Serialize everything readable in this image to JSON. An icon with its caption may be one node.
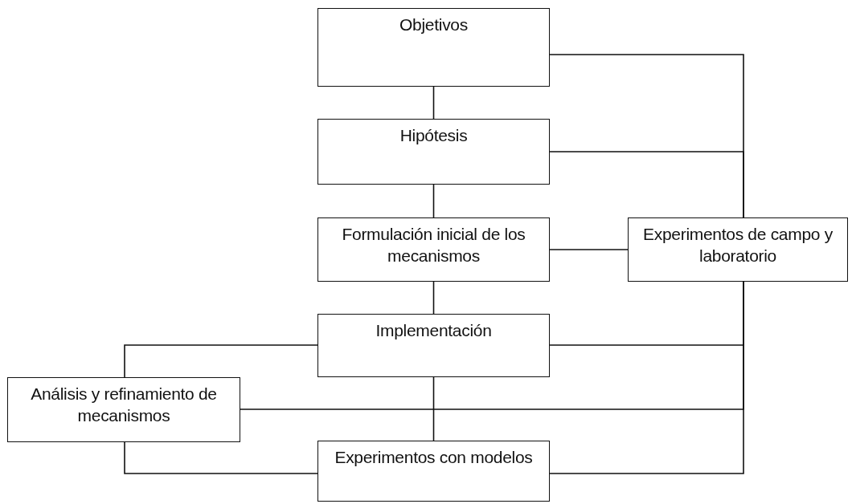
{
  "diagram": {
    "nodes": [
      {
        "text": [
          "Objetivos"
        ]
      },
      {
        "text": [
          "Hipótesis"
        ]
      },
      {
        "text": [
          "Formulación inicial de los mecanismos"
        ]
      },
      {
        "text": [
          "Experimentos de campo y laboratorio"
        ]
      },
      {
        "text": [
          "Implementación"
        ]
      },
      {
        "text": [
          "Análisis y refinamiento de mecanismos"
        ]
      },
      {
        "text": [
          "Experimentos con modelos"
        ]
      }
    ],
    "edges": [
      {
        "from": 0,
        "to": 1,
        "arrow": "none"
      },
      {
        "from": 1,
        "to": 2,
        "arrow": "none"
      },
      {
        "from": 2,
        "to": 4,
        "arrow": "none"
      },
      {
        "from": 4,
        "to": 6,
        "arrow": "none"
      },
      {
        "from": 0,
        "to": 3,
        "arrow": "none"
      },
      {
        "from": 1,
        "to": 3,
        "arrow": "none"
      },
      {
        "from": 2,
        "to": 3,
        "arrow": "none"
      },
      {
        "from": 3,
        "to": 4,
        "arrow": "none"
      },
      {
        "from": 3,
        "to": 5,
        "arrow": "none"
      },
      {
        "from": 3,
        "to": 6,
        "arrow": "none"
      },
      {
        "from": 4,
        "to": 5,
        "arrow": "none"
      },
      {
        "from": 5,
        "to": 6,
        "arrow": "none"
      }
    ]
  }
}
